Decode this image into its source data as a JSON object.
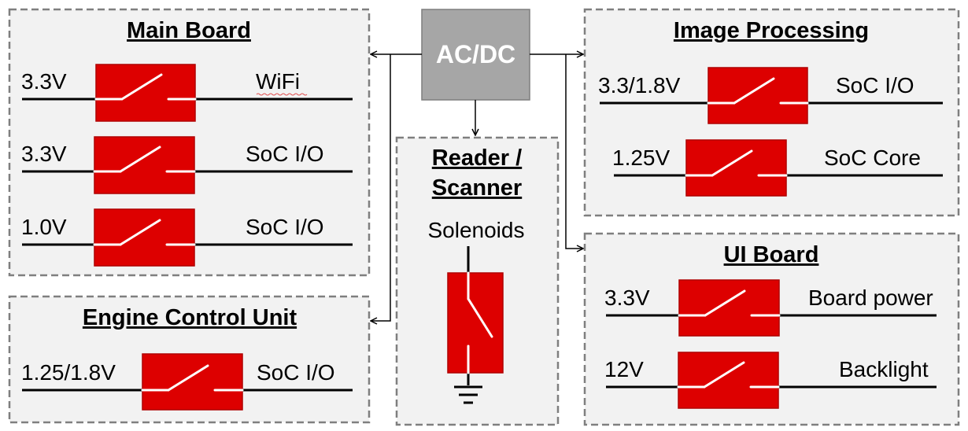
{
  "acdc": {
    "label": "AC/DC"
  },
  "main_board": {
    "title": "Main Board",
    "rows": [
      {
        "voltage": "3.3V",
        "load": "WiFi"
      },
      {
        "voltage": "3.3V",
        "load": "SoC I/O"
      },
      {
        "voltage": "1.0V",
        "load": "SoC I/O"
      }
    ]
  },
  "engine_control": {
    "title": "Engine Control Unit",
    "rows": [
      {
        "voltage": "1.25/1.8V",
        "load": "SoC I/O"
      }
    ]
  },
  "reader": {
    "title_line1": "Reader /",
    "title_line2": "Scanner",
    "load": "Solenoids"
  },
  "image_processing": {
    "title": "Image Processing",
    "rows": [
      {
        "voltage": "3.3/1.8V",
        "load": "SoC I/O"
      },
      {
        "voltage": "1.25V",
        "load": "SoC Core"
      }
    ]
  },
  "ui_board": {
    "title": "UI Board",
    "rows": [
      {
        "voltage": "3.3V",
        "load": "Board power"
      },
      {
        "voltage": "12V",
        "load": "Backlight"
      }
    ]
  },
  "colors": {
    "switch_red": "#dd0000",
    "acdc_gray": "#a6a6a6",
    "panel_fill": "#f2f2f2",
    "panel_border": "#7f7f7f"
  }
}
